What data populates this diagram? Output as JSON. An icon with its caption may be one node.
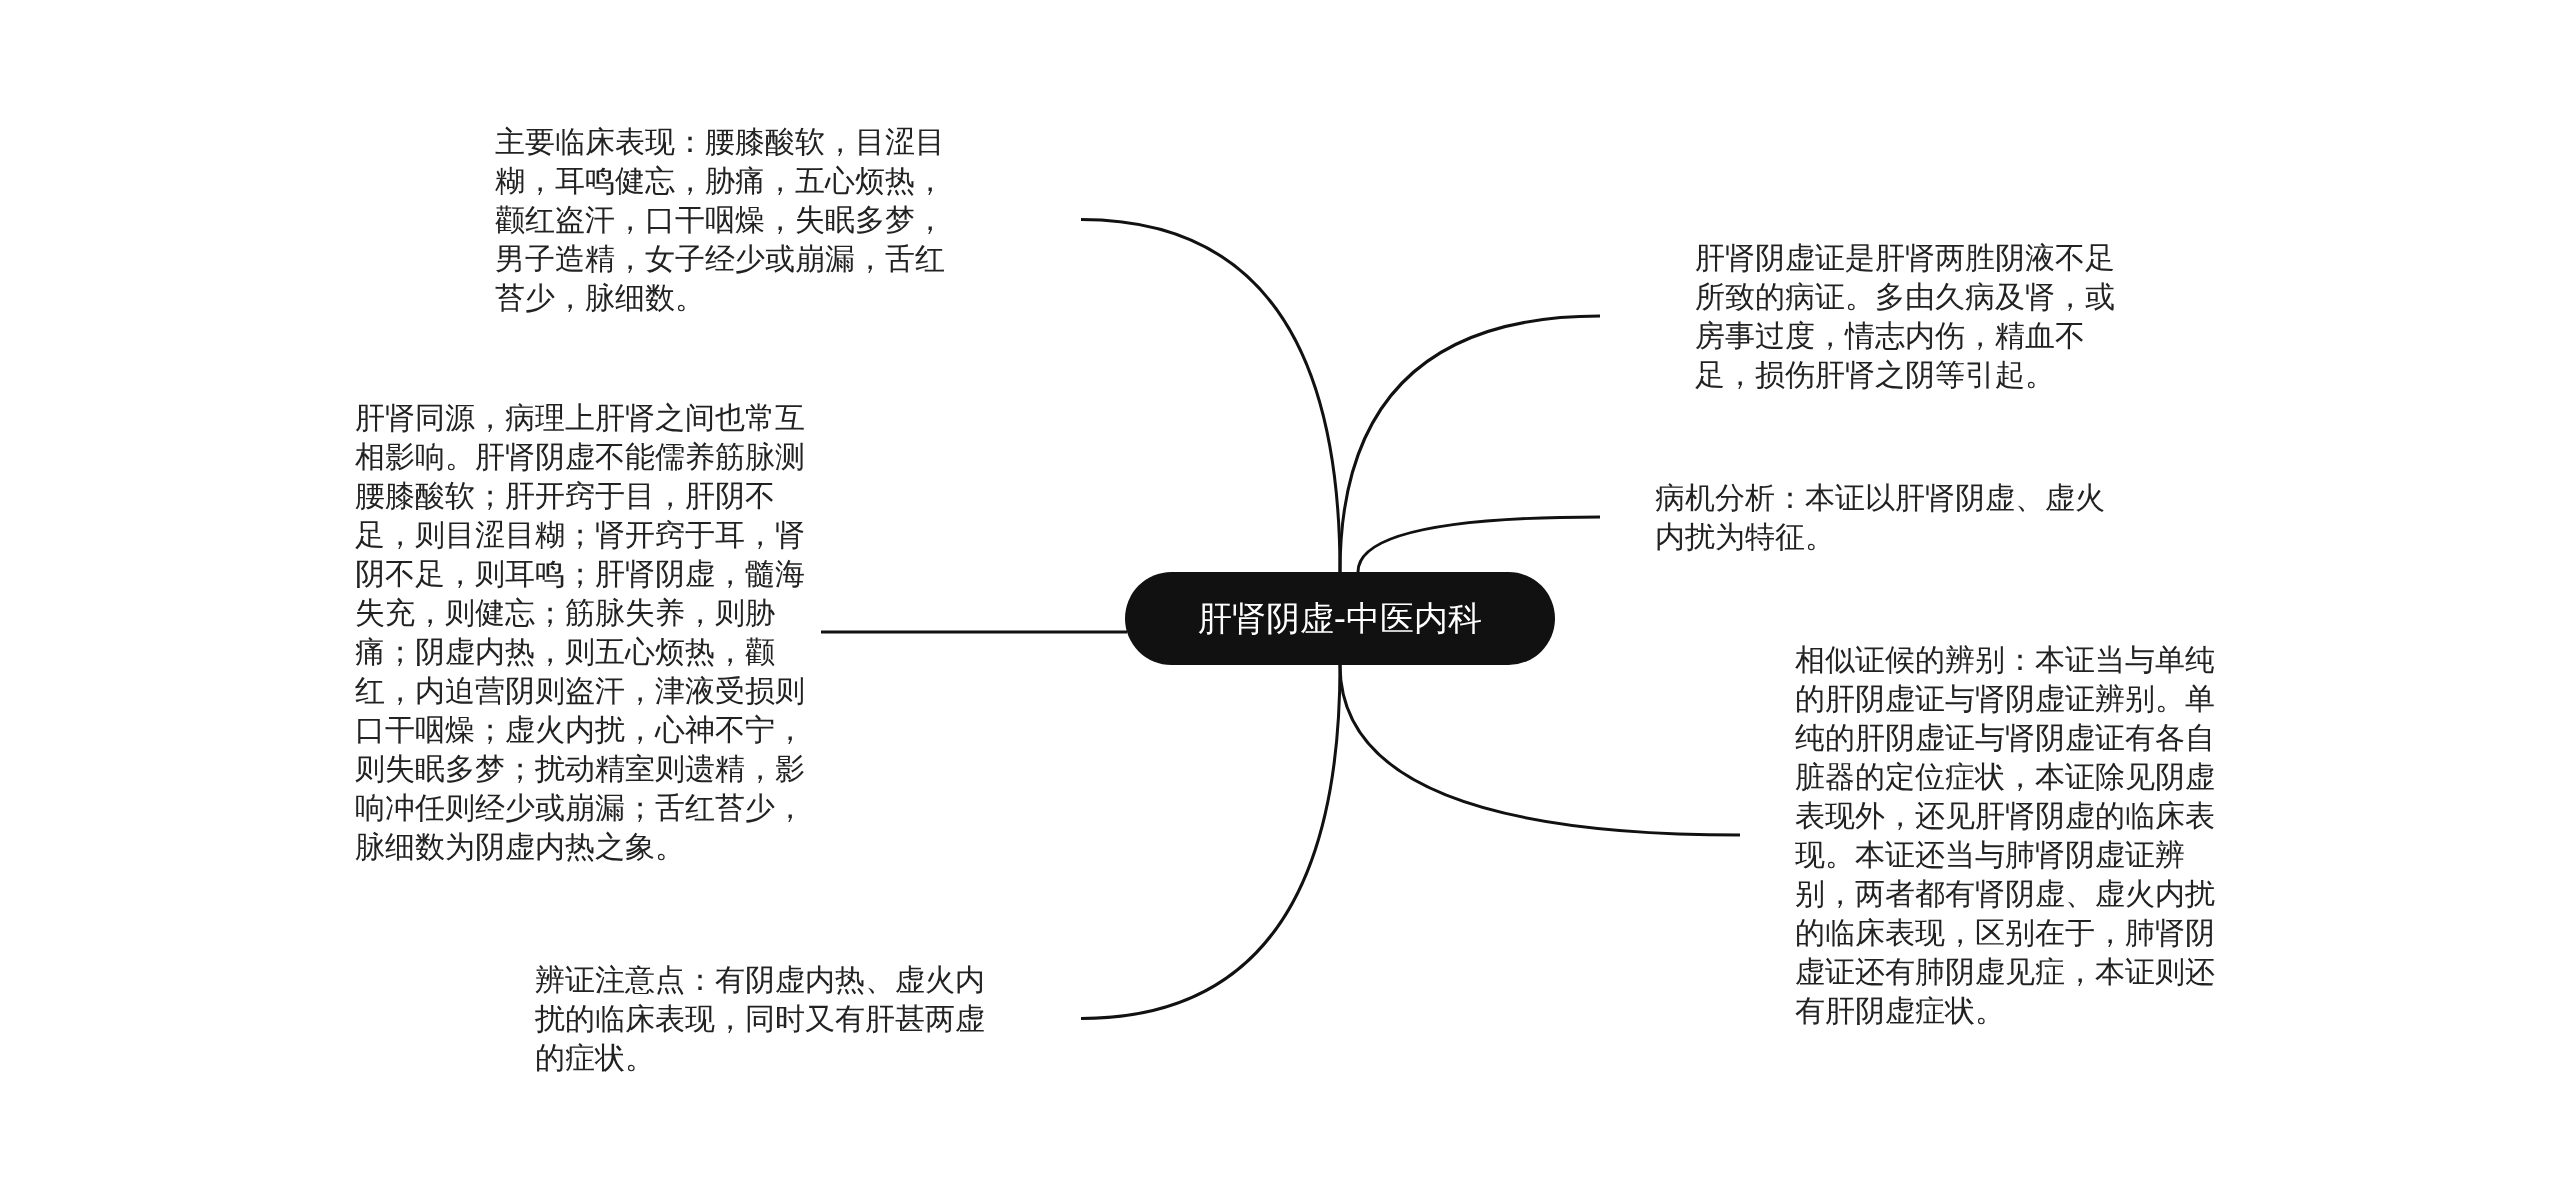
{
  "diagram": {
    "nodes": [
      {
        "text": [
          "肝肾阴虚-中医内科"
        ]
      },
      {
        "text": [
          "主要临床表现：腰膝酸软，目涩目糊，耳鸣健忘，胁痛，五心烦热，颧红盗汗，口干咽燥，失眠多梦，男子造精，女子经少或崩漏，舌红苔少，脉细数。"
        ]
      },
      {
        "text": [
          "肝肾同源，病理上肝肾之间也常互相影响。肝肾阴虚不能儒养筋脉测腰膝酸软；肝开窍于目，肝阴不足，则目涩目糊；肾开窍于耳，肾阴不足，则耳鸣；肝肾阴虚，髓海失充，则健忘；筋脉失养，则胁痛；阴虚内热，则五心烦热，颧红，内迫营阴则盗汗，津液受损则口干咽燥；虚火内扰，心神不宁，则失眠多梦；扰动精室则遗精，影响冲任则经少或崩漏；舌红苔少，脉细数为阴虚内热之象。"
        ]
      },
      {
        "text": [
          "辨证注意点：有阴虚内热、虚火内扰的临床表现，同时又有肝甚两虚的症状。"
        ]
      },
      {
        "text": [
          "肝肾阴虚证是肝肾两胜阴液不足所致的病证。多由久病及肾，或房事过度，情志内伤，精血不足，损伤肝肾之阴等引起。"
        ]
      },
      {
        "text": [
          "病机分析：本证以肝肾阴虚、虚火内扰为特征。"
        ]
      },
      {
        "text": [
          "相似证候的辨别：本证当与单纯的肝阴虚证与肾阴虚证辨别。单纯的肝阴虚证与肾阴虚证有各自脏器的定位症状，本证除见阴虚表现外，还见肝肾阴虚的临床表现。本证还当与肺肾阴虚证辨别，两者都有肾阴虚、虚火内扰的临床表现，区别在于，肺肾阴虚证还有肺阴虚见症，本证则还有肝阴虚症状。"
        ]
      }
    ],
    "edges": [
      {
        "from": 0,
        "to": 1,
        "arrow": "none"
      },
      {
        "from": 0,
        "to": 2,
        "arrow": "none"
      },
      {
        "from": 0,
        "to": 3,
        "arrow": "none"
      },
      {
        "from": 0,
        "to": 4,
        "arrow": "none"
      },
      {
        "from": 0,
        "to": 5,
        "arrow": "none"
      },
      {
        "from": 0,
        "to": 6,
        "arrow": "none"
      }
    ]
  }
}
